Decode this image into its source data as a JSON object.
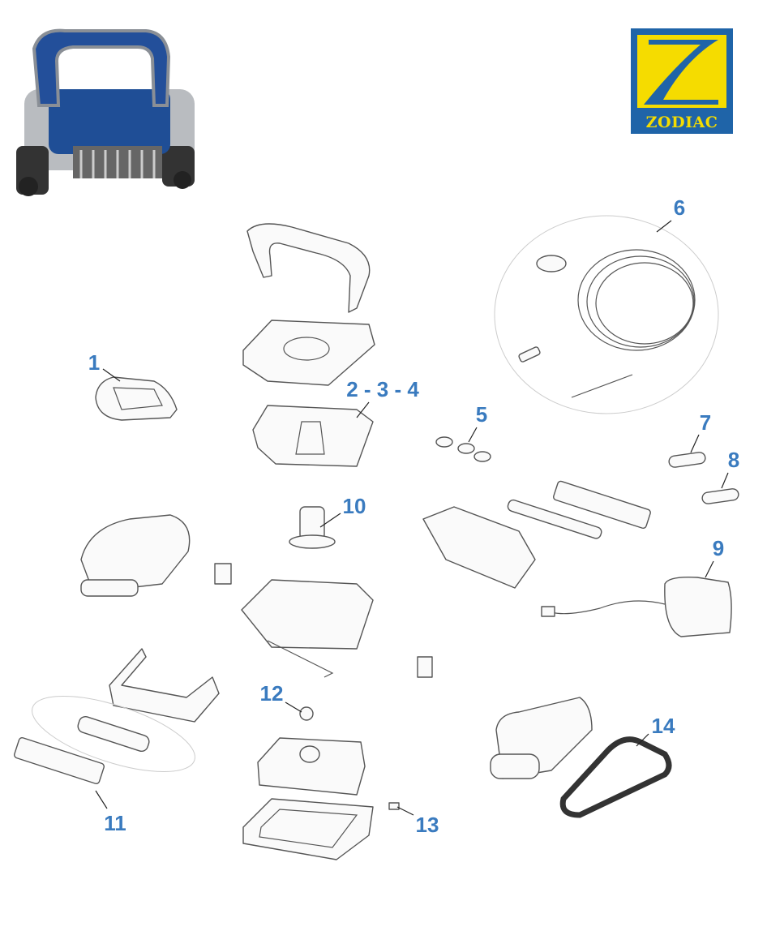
{
  "brand": {
    "name": "ZODIAC",
    "colors": {
      "blue": "#1f64a8",
      "yellow": "#f5dc00"
    }
  },
  "label_color": "#3a7bbf",
  "callouts": [
    {
      "id": "1",
      "text": "1"
    },
    {
      "id": "2-3-4",
      "text": "2 - 3 - 4"
    },
    {
      "id": "5",
      "text": "5"
    },
    {
      "id": "6",
      "text": "6"
    },
    {
      "id": "7",
      "text": "7"
    },
    {
      "id": "8",
      "text": "8"
    },
    {
      "id": "9",
      "text": "9"
    },
    {
      "id": "10",
      "text": "10"
    },
    {
      "id": "11",
      "text": "11"
    },
    {
      "id": "12",
      "text": "12"
    },
    {
      "id": "13",
      "text": "13"
    },
    {
      "id": "14",
      "text": "14"
    }
  ]
}
